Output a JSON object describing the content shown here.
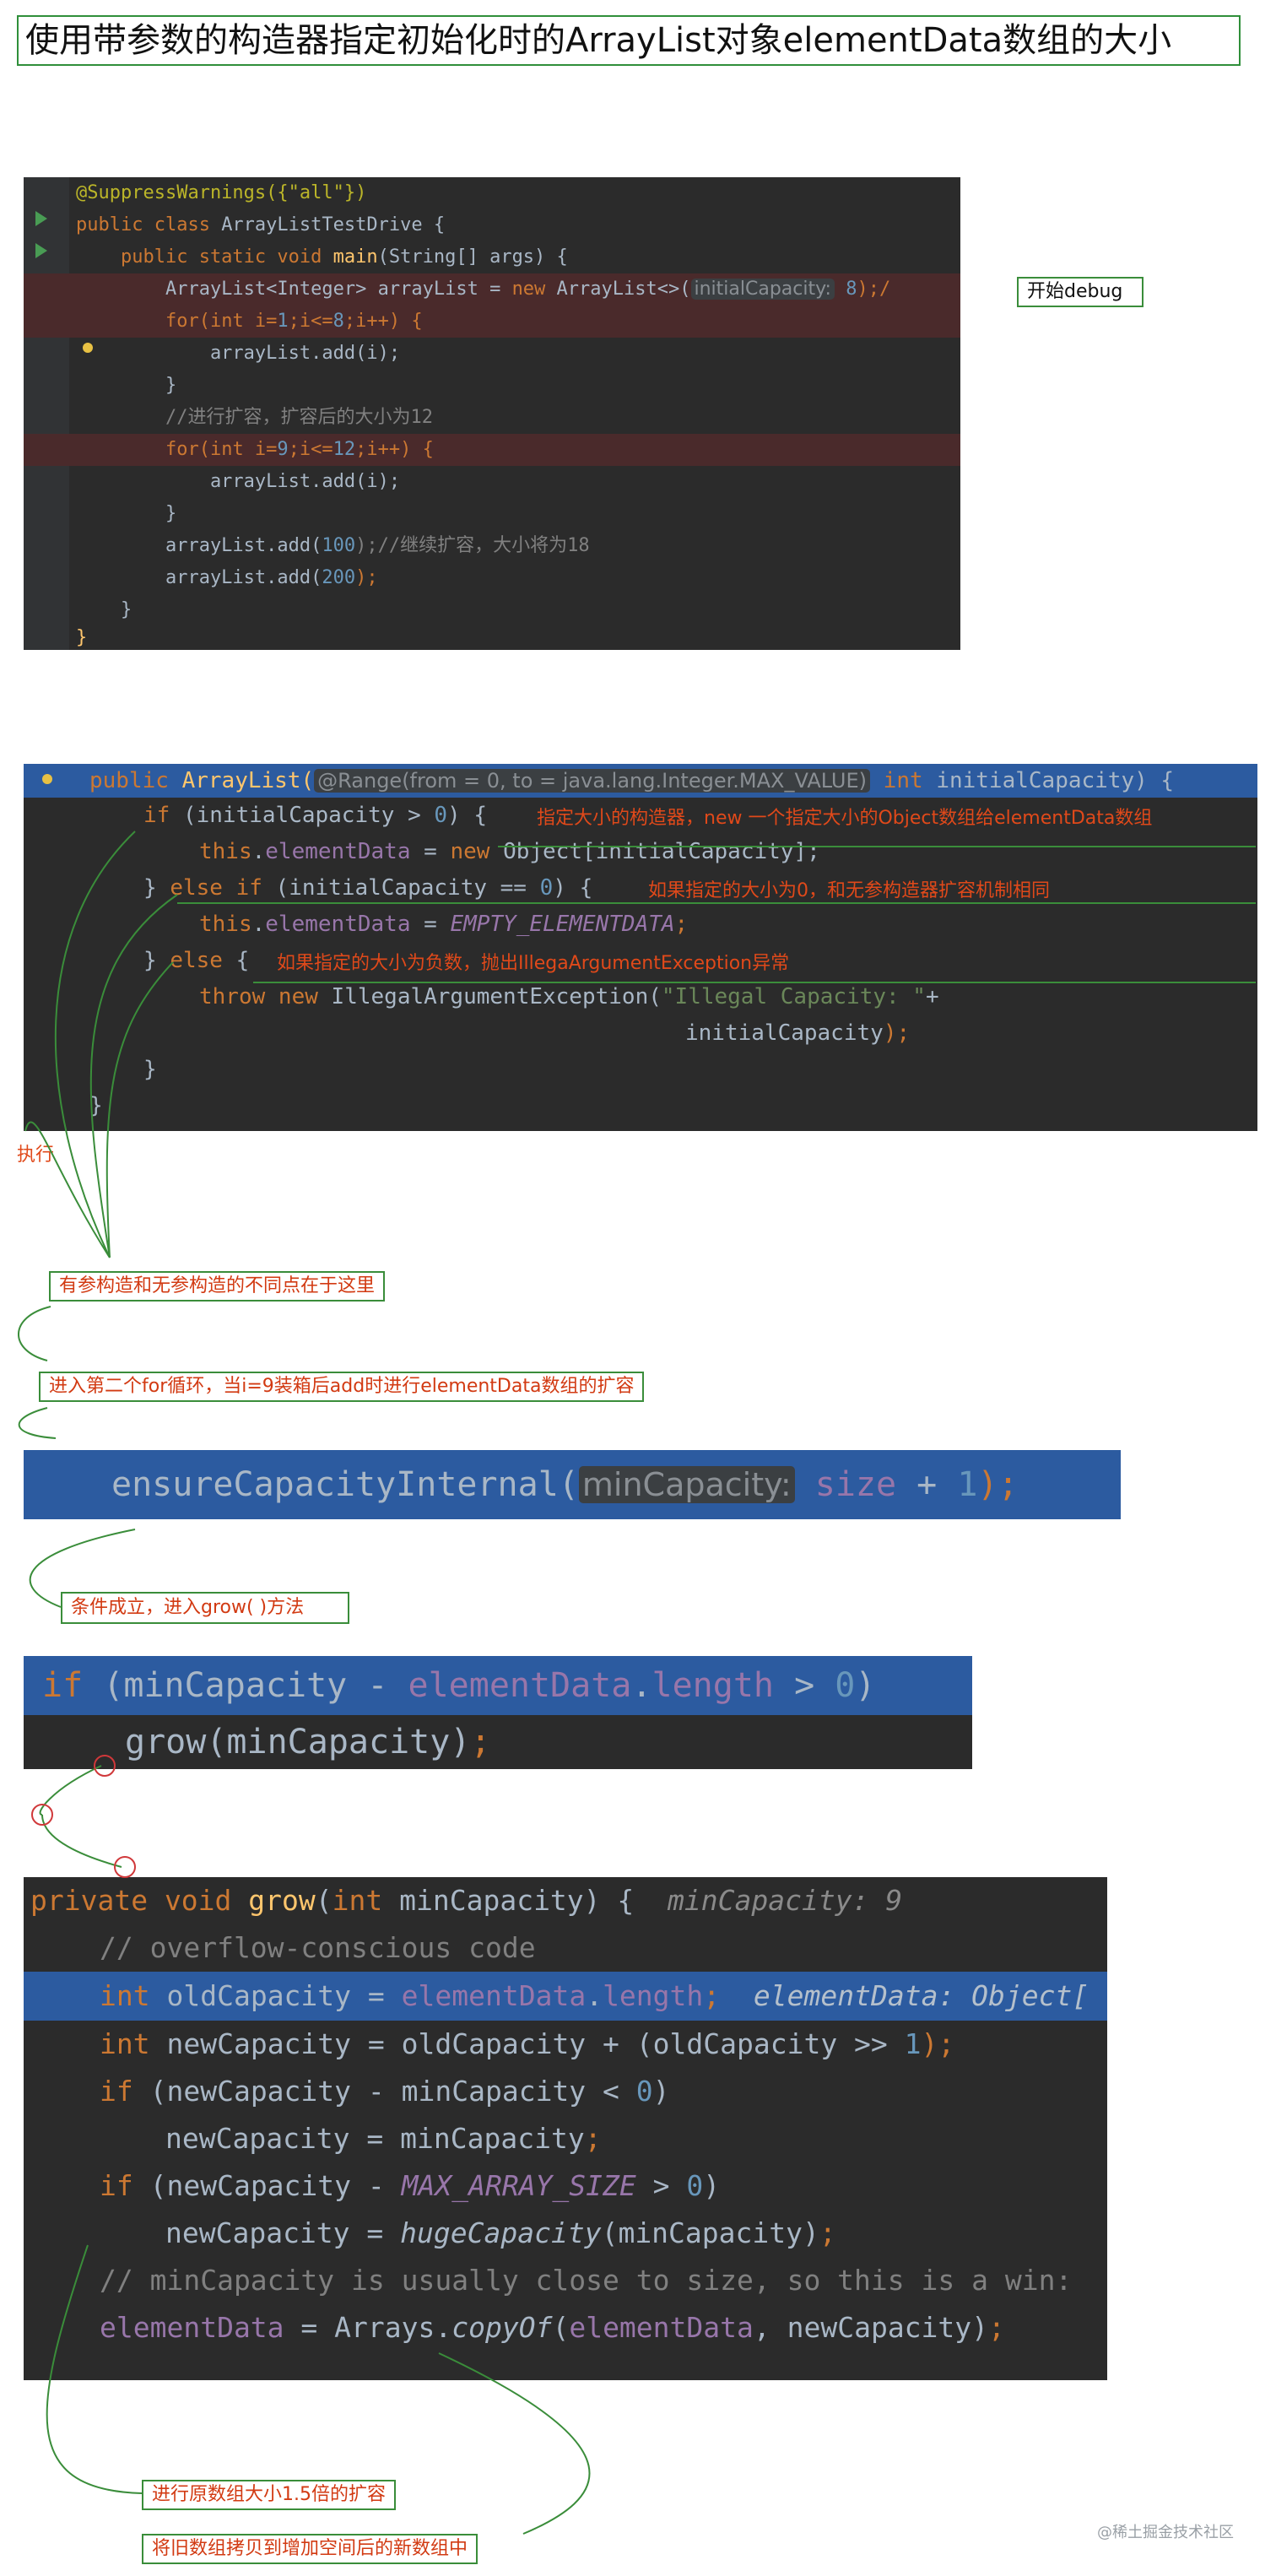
{
  "title": "使用带参数的构造器指定初始化时的ArrayList对象elementData数组的大小",
  "callouts": {
    "start_debug": "开始debug",
    "execute": "执行",
    "difference": "有参构造和无参构造的不同点在于这里",
    "second_loop": "进入第二个for循环，当i=9装箱后add时进行elementData数组的扩容",
    "condition": "条件成立，进入grow( )方法",
    "grow_expand": "进行原数组大小1.5倍的扩容",
    "copy": "将旧数组拷贝到增加空间后的新数组中"
  },
  "code1": {
    "l1": "@SuppressWarnings({\"all\"})",
    "l2a": "public class ",
    "l2b": "ArrayListTestDrive {",
    "l3a": "    public static void ",
    "l3b": "main",
    "l3c": "(String[] args) {",
    "l4a": "        ArrayList<Integer> arrayList = ",
    "l4b": "new ",
    "l4c": "ArrayList<>(",
    "l4hint": "initialCapacity:",
    "l4d": " 8",
    "l4e": ");/",
    "l5a": "        for",
    "l5b": "(int i=",
    "l5c": "1",
    "l5d": ";i<=",
    "l5e": "8",
    "l5f": ";i++) {",
    "l6": "            arrayList.add(i);",
    "l7": "        }",
    "l8": "        //进行扩容，扩容后的大小为12",
    "l9a": "        for",
    "l9b": "(int i=",
    "l9c": "9",
    "l9d": ";i<=",
    "l9e": "12",
    "l9f": ";i++) {",
    "l10": "            arrayList.add(i);",
    "l11": "        }",
    "l12a": "        arrayList.add(",
    "l12b": "100",
    "l12c": ");//继续扩容，大小将为18",
    "l13a": "        arrayList.add(",
    "l13b": "200",
    "l13c": ");",
    "l14": "    }",
    "l15": "}"
  },
  "code2": {
    "l1a": "public ",
    "l1b": "ArrayList(",
    "l1hint": "@Range(from = 0, to = java.lang.Integer.MAX_VALUE)",
    "l1c": " int ",
    "l1d": "initialCapacity) {",
    "l2a": "if ",
    "l2b": "(initialCapacity > ",
    "l2c": "0",
    "l2d": ") {",
    "l2note": "指定大小的构造器，new 一个指定大小的Object数组给elementData数组",
    "l3a": "this",
    "l3b": ".",
    "l3c": "elementData",
    "l3d": " = ",
    "l3e": "new ",
    "l3f": "Object[initialCapacity];",
    "l4a": "} ",
    "l4b": "else if ",
    "l4c": "(initialCapacity == ",
    "l4d": "0",
    "l4e": ") {",
    "l4note": "如果指定的大小为0，和无参构造器扩容机制相同",
    "l5a": "this",
    "l5b": ".",
    "l5c": "elementData",
    "l5d": " = ",
    "l5e": "EMPTY_ELEMENTDATA",
    "l5f": ";",
    "l6a": "} ",
    "l6b": "else ",
    "l6c": "{",
    "l6note": "如果指定的大小为负数，抛出IllegaArgumentException异常",
    "l7a": "throw new ",
    "l7b": "IllegalArgumentException(",
    "l7c": "\"Illegal Capacity: \"",
    "l7d": "+",
    "l8a": "initialCapacity",
    "l8b": ");",
    "l9": "}",
    "l10": "}"
  },
  "code3": {
    "a": "ensureCapacityInternal(",
    "hint": "minCapacity:",
    "b": " size",
    "c": " + ",
    "d": "1",
    "e": ");"
  },
  "code4": {
    "l1a": "if ",
    "l1b": "(minCapacity - ",
    "l1c": "elementData",
    "l1d": ".",
    "l1e": "length",
    "l1f": " > ",
    "l1g": "0",
    "l1h": ")",
    "l2a": "grow(minCapacity)",
    "l2b": ";"
  },
  "code5": {
    "l1a": "private void ",
    "l1b": "grow",
    "l1c": "(",
    "l1d": "int ",
    "l1e": "minCapacity) {",
    "l1dbg": "minCapacity: 9",
    "l2": "// overflow-conscious code",
    "l3a": "int ",
    "l3b": "oldCapacity = ",
    "l3c": "elementData",
    "l3d": ".",
    "l3e": "length",
    "l3f": ";",
    "l3dbg": "elementData: Object[",
    "l4a": "int ",
    "l4b": "newCapacity = oldCapacity + (oldCapacity >> ",
    "l4c": "1",
    "l4d": ");",
    "l5a": "if ",
    "l5b": "(newCapacity - minCapacity < ",
    "l5c": "0",
    "l5d": ")",
    "l6a": "newCapacity = minCapacity",
    "l6b": ";",
    "l7a": "if ",
    "l7b": "(newCapacity - ",
    "l7c": "MAX_ARRAY_SIZE",
    "l7d": " > ",
    "l7e": "0",
    "l7f": ")",
    "l8a": "newCapacity = ",
    "l8b": "hugeCapacity",
    "l8c": "(minCapacity)",
    "l8d": ";",
    "l9": "// minCapacity is usually close to size, so this is a win:",
    "l10a": "elementData",
    "l10b": " = Arrays.",
    "l10c": "copyOf",
    "l10d": "(",
    "l10e": "elementData",
    "l10f": ", newCapacity)",
    "l10g": ";"
  },
  "watermark": "@稀土掘金技术社区",
  "colors": {
    "annotation_green": "#3a8d3a",
    "annotation_red": "#d23a12",
    "editor_bg": "#2b2b2b",
    "selection_blue": "#2c5ba0",
    "breakpoint_line": "#4a2a2b"
  }
}
